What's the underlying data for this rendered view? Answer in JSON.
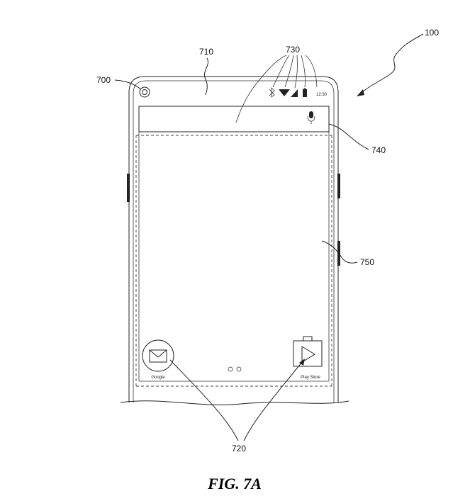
{
  "reference_numerals": {
    "device": "100",
    "camera": "700",
    "status_bar": "710",
    "app_icons": "720",
    "status_indicators": "730",
    "search_bar": "740",
    "home_screen": "750"
  },
  "status_bar": {
    "time": "12:30"
  },
  "home_screen": {
    "apps": [
      {
        "label": "Google"
      },
      {
        "label": "Play Store"
      }
    ]
  },
  "caption": "FIG. 7A"
}
